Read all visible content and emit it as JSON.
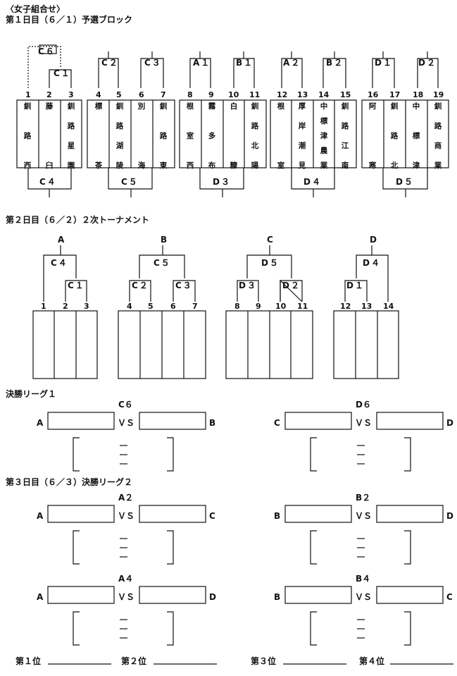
{
  "title": "〈女子組合せ〉",
  "day1": {
    "heading": "第１日目（６／１）予選ブロック",
    "teams": [
      {
        "num": "1",
        "name": "釧路西"
      },
      {
        "num": "2",
        "name": "藤臼"
      },
      {
        "num": "3",
        "name": "釧路星園"
      },
      {
        "num": "4",
        "name": "標茶"
      },
      {
        "num": "5",
        "name": "釧路湖陵"
      },
      {
        "num": "6",
        "name": "別海"
      },
      {
        "num": "7",
        "name": "釧路東"
      },
      {
        "num": "8",
        "name": "根室西"
      },
      {
        "num": "9",
        "name": "霧多布"
      },
      {
        "num": "10",
        "name": "白糠"
      },
      {
        "num": "11",
        "name": "釧路北陽"
      },
      {
        "num": "12",
        "name": "根室"
      },
      {
        "num": "13",
        "name": "厚岸潮見"
      },
      {
        "num": "14",
        "name": "中標津農業"
      },
      {
        "num": "15",
        "name": "釧路江南"
      },
      {
        "num": "16",
        "name": "阿寒"
      },
      {
        "num": "17",
        "name": "釧路北"
      },
      {
        "num": "18",
        "name": "中標津"
      },
      {
        "num": "19",
        "name": "釧路商業"
      }
    ],
    "top_labels": [
      "C６",
      "C１",
      "C２",
      "C３",
      "A１",
      "B１",
      "A２",
      "B２",
      "D１",
      "D２"
    ],
    "bottom_labels": [
      "C４",
      "C５",
      "D３",
      "D４",
      "D５"
    ]
  },
  "day2": {
    "heading": "第２日目（６／２）２次トーナメント",
    "groups": [
      {
        "letter": "A",
        "labels": [
          "C４",
          "C１"
        ],
        "nums": [
          "1",
          "2",
          "3"
        ]
      },
      {
        "letter": "B",
        "labels": [
          "C５",
          "C２",
          "C３"
        ],
        "nums": [
          "4",
          "5",
          "6",
          "7"
        ]
      },
      {
        "letter": "C",
        "labels": [
          "D５",
          "D３",
          "D２"
        ],
        "nums": [
          "8",
          "9",
          "10",
          "11"
        ]
      },
      {
        "letter": "D",
        "labels": [
          "D４",
          "D１"
        ],
        "nums": [
          "12",
          "13",
          "14"
        ]
      }
    ]
  },
  "league1": {
    "heading": "決勝リーグ１",
    "matches": [
      {
        "code": "C６",
        "left": "A",
        "vs": "ＶＳ",
        "right": "B"
      },
      {
        "code": "D６",
        "left": "C",
        "vs": "ＶＳ",
        "right": "D"
      }
    ]
  },
  "day3": {
    "heading": "第３日目（６／３）決勝リーグ２",
    "matches": [
      {
        "code": "A２",
        "left": "A",
        "vs": "ＶＳ",
        "right": "C"
      },
      {
        "code": "B２",
        "left": "B",
        "vs": "ＶＳ",
        "right": "D"
      },
      {
        "code": "A４",
        "left": "A",
        "vs": "ＶＳ",
        "right": "D"
      },
      {
        "code": "B４",
        "left": "B",
        "vs": "ＶＳ",
        "right": "C"
      }
    ]
  },
  "ranks": [
    "第１位",
    "第２位",
    "第３位",
    "第４位"
  ]
}
